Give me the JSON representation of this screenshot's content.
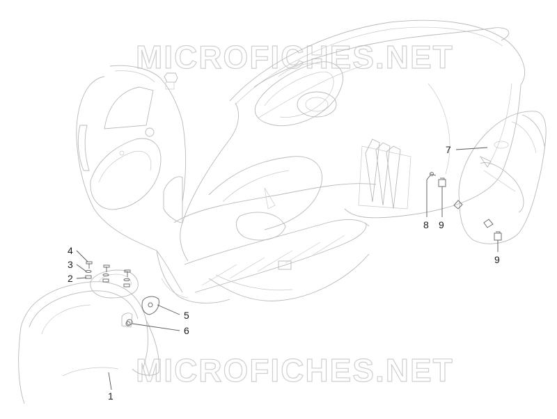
{
  "watermark": "MICROFICHES.NET",
  "callouts": [
    {
      "id": "1",
      "label": "1"
    },
    {
      "id": "2",
      "label": "2"
    },
    {
      "id": "3",
      "label": "3"
    },
    {
      "id": "4",
      "label": "4"
    },
    {
      "id": "5",
      "label": "5"
    },
    {
      "id": "6",
      "label": "6"
    },
    {
      "id": "7",
      "label": "7"
    },
    {
      "id": "8",
      "label": "8"
    },
    {
      "id": "9a",
      "label": "9"
    },
    {
      "id": "9b",
      "label": "9"
    }
  ]
}
